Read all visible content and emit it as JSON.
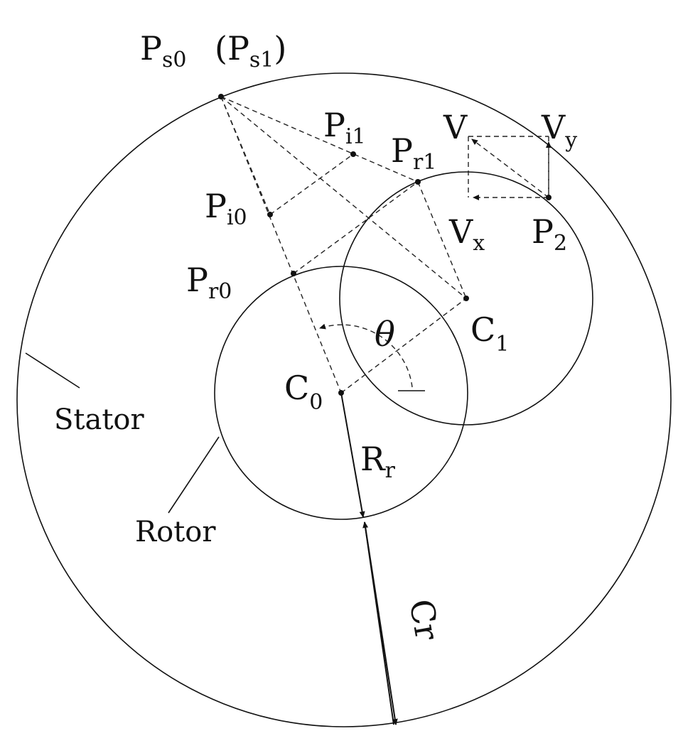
{
  "labels": {
    "ps0": {
      "main": "P",
      "sub": "s0"
    },
    "ps1": {
      "open": "(",
      "main": "P",
      "sub": "s1",
      "close": ")"
    },
    "pi1": {
      "main": "P",
      "sub": "i1"
    },
    "pr1": {
      "main": "P",
      "sub": "r1"
    },
    "v": "V",
    "vy": {
      "main": "V",
      "sub": "y"
    },
    "pi0": {
      "main": "P",
      "sub": "i0"
    },
    "vx": {
      "main": "V",
      "sub": "x"
    },
    "p2": {
      "main": "P",
      "sub": "2"
    },
    "pr0": {
      "main": "P",
      "sub": "r0"
    },
    "theta": "θ",
    "c1": {
      "main": "C",
      "sub": "1"
    },
    "c0": {
      "main": "C",
      "sub": "0"
    },
    "rr": {
      "main": "R",
      "sub": "r"
    },
    "cr": "Cr",
    "stator": "Stator",
    "rotor": "Rotor"
  }
}
